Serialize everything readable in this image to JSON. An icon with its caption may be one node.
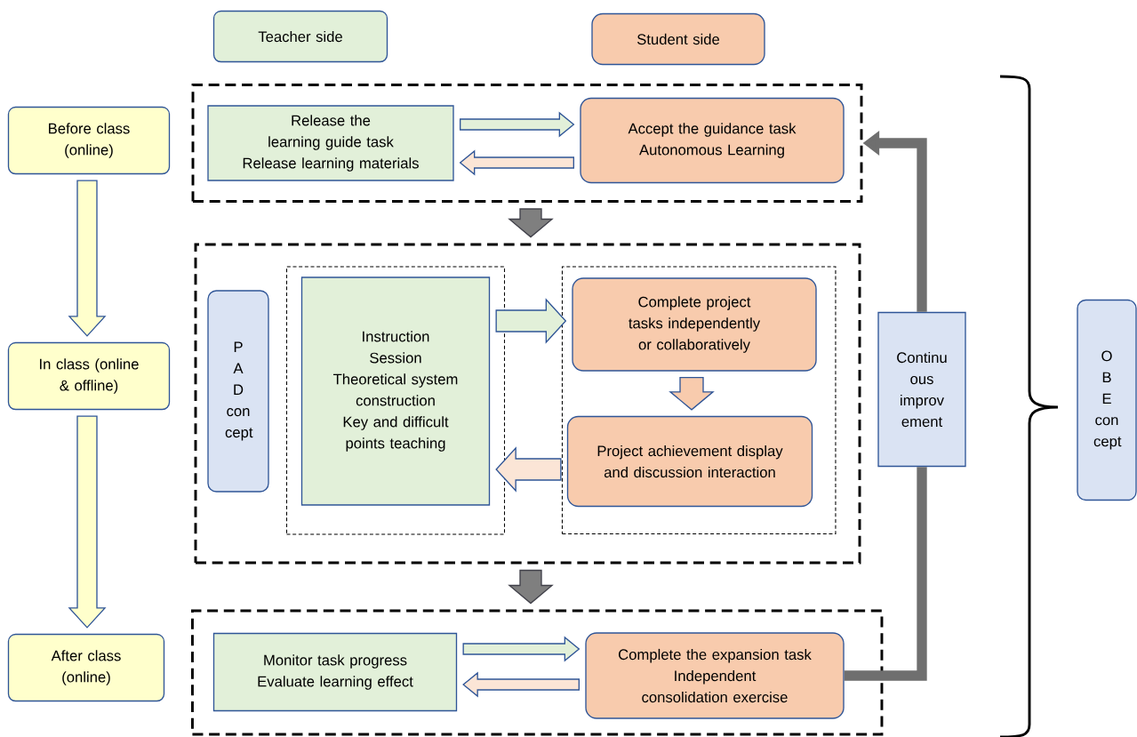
{
  "diagram": {
    "nodes": [
      {
        "text": [
          "Teacher side"
        ]
      },
      {
        "text": [
          "Student side"
        ]
      },
      {
        "text": [
          "Before class (online)"
        ]
      },
      {
        "text": [],
        "shape": "box"
      },
      {
        "text": [
          "Release the learning guide task",
          "Release learning materials"
        ],
        "in": 3
      },
      {
        "text": [
          "Accept the guidance task",
          "Autonomous Learning"
        ],
        "in": 3
      },
      {
        "text": [
          "In class (online & offline)"
        ]
      },
      {
        "text": [],
        "shape": "box"
      },
      {
        "text": [
          "P A D con cept"
        ],
        "in": 7
      },
      {
        "text": [],
        "shape": "box",
        "in": 7
      },
      {
        "text": [
          "Instruction",
          "Session",
          "Theoretical system construction",
          "Key and difficult points teaching"
        ],
        "in": 9
      },
      {
        "text": [],
        "shape": "box",
        "in": 7
      },
      {
        "text": [
          "Complete project tasks independently or collaboratively"
        ],
        "in": 11
      },
      {
        "text": [
          "Project achievement display and discussion interaction"
        ],
        "in": 11
      },
      {
        "text": [
          "After class (online)"
        ]
      },
      {
        "text": [],
        "shape": "box"
      },
      {
        "text": [
          "Monitor task progress",
          "Evaluate learning effect"
        ],
        "in": 15
      },
      {
        "text": [
          "Complete the expansion task",
          "Independent consolidation exercise"
        ],
        "in": 15
      },
      {
        "text": [
          "Continu ous improv ement"
        ]
      },
      {
        "text": [
          "O B E con cept"
        ]
      }
    ],
    "edges": [
      {
        "from": 4,
        "to": 5,
        "arrow": "to",
        "color": "#e2f0d9"
      },
      {
        "from": 5,
        "to": 4,
        "arrow": "to",
        "color": "#fbe5d6"
      },
      {
        "from": 10,
        "to": 12,
        "arrow": "to",
        "color": "#e2f0d9"
      },
      {
        "from": 12,
        "to": 13,
        "arrow": "to",
        "color": "#f8cbad"
      },
      {
        "from": 13,
        "to": 10,
        "arrow": "to",
        "color": "#fbe5d6"
      },
      {
        "from": 16,
        "to": 17,
        "arrow": "to",
        "color": "#e2f0d9"
      },
      {
        "from": 17,
        "to": 16,
        "arrow": "to",
        "color": "#fbe5d6"
      },
      {
        "from": 2,
        "to": 6,
        "arrow": "to",
        "color": "#ffffcc"
      },
      {
        "from": 6,
        "to": 14,
        "arrow": "to",
        "color": "#ffffcc"
      },
      {
        "from": 3,
        "to": 7,
        "arrow": "to",
        "color": "#7f7f7f"
      },
      {
        "from": 7,
        "to": 15,
        "arrow": "to",
        "color": "#7f7f7f"
      },
      {
        "from": 17,
        "to": 18,
        "arrow": "none",
        "color": "#6f6f6f"
      },
      {
        "from": 18,
        "to": 3,
        "arrow": "to",
        "color": "#6f6f6f"
      }
    ]
  }
}
